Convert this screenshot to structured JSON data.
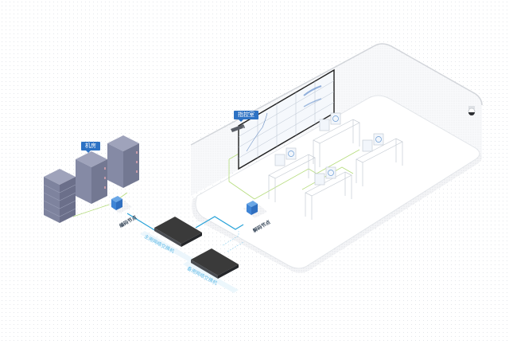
{
  "diagram": {
    "title": "",
    "colors": {
      "primary_blue": "#2d72c4",
      "link_cyan": "#29a3d9",
      "link_green": "#a8d46a",
      "switch_dark": "#3a3a3a",
      "server_gray": "#8a8fa8",
      "room_outline": "#d6d9dd"
    },
    "nodes": {
      "server_room": {
        "label": "机房",
        "icon": "server-rack-icon"
      },
      "encoder_node": {
        "label": "编码节点",
        "icon": "codec-box-icon"
      },
      "main_switch": {
        "label": "主用网络交换机",
        "icon": "network-switch-icon"
      },
      "backup_switch": {
        "label": "备用网络交换机",
        "icon": "network-switch-icon"
      },
      "control_room": {
        "label": "指控室",
        "icon": "projector-icon"
      },
      "decoder_node": {
        "label": "解码节点",
        "icon": "codec-box-icon"
      },
      "video_wall": {
        "label": "",
        "icon": "video-wall-icon",
        "grid": "4x5"
      },
      "workstations": {
        "count": 4,
        "icon": "workstation-desk-icon"
      },
      "dome_camera": {
        "label": "",
        "icon": "dome-camera-icon"
      }
    },
    "links": [
      {
        "from": "server_room",
        "to": "encoder_node",
        "type": "green"
      },
      {
        "from": "encoder_node",
        "to": "main_switch",
        "type": "cyan"
      },
      {
        "from": "main_switch",
        "to": "decoder_node",
        "type": "cyan"
      },
      {
        "from": "backup_switch",
        "to": "decoder_node",
        "type": "cyan-dashed"
      },
      {
        "from": "decoder_node",
        "to": "workstations",
        "type": "green"
      },
      {
        "from": "decoder_node",
        "to": "video_wall",
        "type": "green"
      }
    ]
  }
}
